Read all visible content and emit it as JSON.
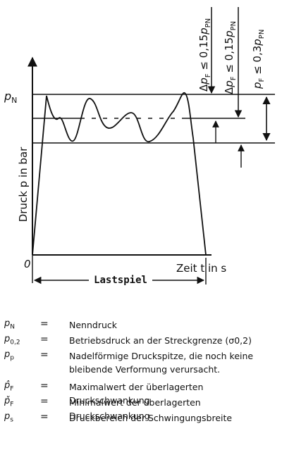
{
  "diagram": {
    "y_axis_label": "Druck p in bar",
    "x_axis_label": "Zeit t in s",
    "origin_label": "0",
    "pn_label": "p",
    "pn_sub": "N",
    "span_label": "Lastspiel",
    "annotations": [
      {
        "prefix": "Δ",
        "sym": "p",
        "sub": "F",
        "rel": " ≤ 0,15",
        "ref": "p",
        "refsub": "PN"
      },
      {
        "prefix": "Δ",
        "sym": "p",
        "sub": "F",
        "rel": " ≤ 0,15",
        "ref": "p",
        "refsub": "PN"
      },
      {
        "prefix": "",
        "sym": "p",
        "sub": "F",
        "rel": " ≤ 0,3",
        "ref": "p",
        "refsub": "PN"
      }
    ]
  },
  "legend": [
    {
      "sym": "p",
      "sub": "N",
      "eq": "=",
      "desc": "Nenndruck"
    },
    {
      "sym": "p",
      "sub": "0,2",
      "eq": "=",
      "desc": "Betriebsdruck an der Streckgrenze (σ0,2)"
    },
    {
      "sym": "p",
      "sub": "p",
      "eq": "=",
      "desc": "Nadelförmige Druckspitze, die noch keine bleibende Verformung verursacht."
    },
    {
      "sym": "p̂",
      "sub": "F",
      "eq": "=",
      "desc": "Maximalwert der überlagerten Druckschwankung"
    },
    {
      "sym": "p̌",
      "sub": "F",
      "eq": "=",
      "desc": "Minimalwert der überlagerten Druckschwankung"
    },
    {
      "sym": "p",
      "sub": "s",
      "eq": "=",
      "desc": "Druckbereich der Schwingungsbreite"
    }
  ]
}
